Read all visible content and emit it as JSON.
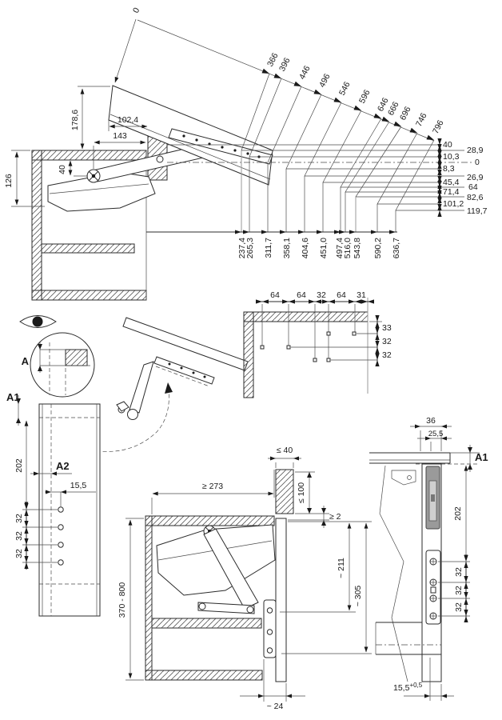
{
  "top": {
    "zero": "0",
    "d178": "178,6",
    "d102": "102,4",
    "d143": "143",
    "d126": "126",
    "d40": "40",
    "len": [
      "366",
      "396",
      "446",
      "496",
      "546",
      "596",
      "646",
      "666",
      "696",
      "746",
      "796"
    ],
    "hl": [
      "40",
      "10,3",
      "8,3",
      "45,4",
      "71,4",
      "101,2"
    ],
    "hr": [
      "28,9",
      "0",
      "26,9",
      "64",
      "82,6",
      "119,7"
    ],
    "dist": [
      "237,4",
      "265,3",
      "311,7",
      "358,1",
      "404,6",
      "451,0",
      "497,4",
      "516,0",
      "543,8",
      "590,2",
      "636,7"
    ]
  },
  "drill": {
    "top": [
      "64",
      "64",
      "32",
      "64",
      "31"
    ],
    "right": [
      "33",
      "32",
      "32"
    ]
  },
  "detail": {
    "a": "A"
  },
  "panel": {
    "a1": "A1",
    "a2": "A2",
    "d202": "202",
    "d155": "15,5",
    "d32": [
      "32",
      "32",
      "32"
    ]
  },
  "cab": {
    "d273": "≥ 273",
    "d40": "≤ 40",
    "d100": "≤ 100",
    "d2": "≥ 2",
    "d211": "~ 211",
    "d305": "~ 305",
    "d370": "370 - 800",
    "d24": "~ 24"
  },
  "door": {
    "d36": "36",
    "d255": "25,5",
    "a1": "A1",
    "d202": "202",
    "d32": [
      "32",
      "32",
      "32"
    ],
    "d155": "15,5",
    "tol": "+0,5"
  }
}
